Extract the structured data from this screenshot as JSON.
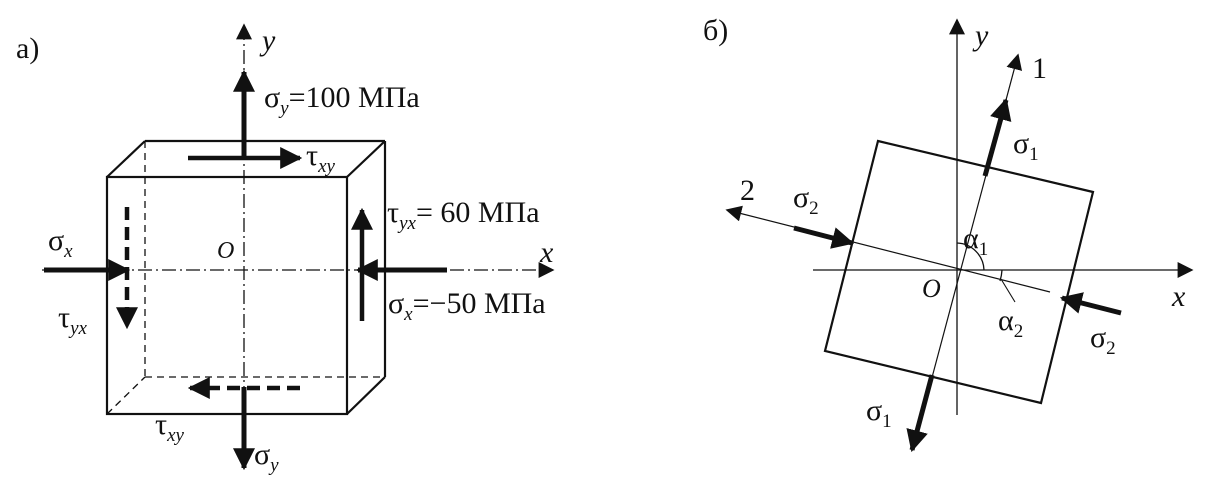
{
  "left": {
    "panel_label": "а)",
    "axis_x": "x",
    "axis_y": "y",
    "origin": "O",
    "sigma": "σ",
    "tau": "τ",
    "sub_x": "x",
    "sub_y": "y",
    "sub_xy": "xy",
    "sub_yx": "yx",
    "sigma_y_value": "=100 МПа",
    "tau_yx_value": "= 60 МПа",
    "sigma_x_value": "=−50 МПа"
  },
  "right": {
    "panel_label": "б)",
    "axis_x": "x",
    "axis_y": "y",
    "origin": "O",
    "axis_1": "1",
    "axis_2": "2",
    "sigma": "σ",
    "alpha": "α",
    "sub_1": "1",
    "sub_2": "2"
  }
}
